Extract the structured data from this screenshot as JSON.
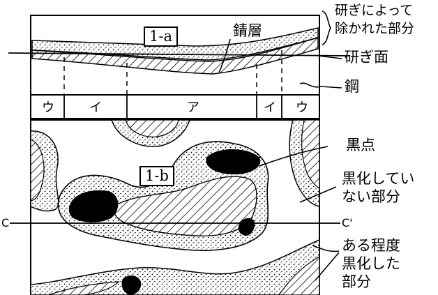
{
  "figure_labels": {
    "top": "1-a",
    "bottom": "1-b"
  },
  "zones": [
    "ウ",
    "イ",
    "ア",
    "イ",
    "ウ"
  ],
  "cut_labels": {
    "left": "C",
    "right": "C'"
  },
  "annotations": {
    "removed_part_line1": "研ぎによって",
    "removed_part_line2": "除かれた部分",
    "rust_layer": "錆層",
    "polished_surface": "研ぎ面",
    "steel": "鋼",
    "black_spot": "黒点",
    "non_black_line1": "黒化してい",
    "non_black_line2": "ない部分",
    "some_black_line1": "ある程度",
    "some_black_line2": "黒化した",
    "some_black_line3": "部分"
  }
}
